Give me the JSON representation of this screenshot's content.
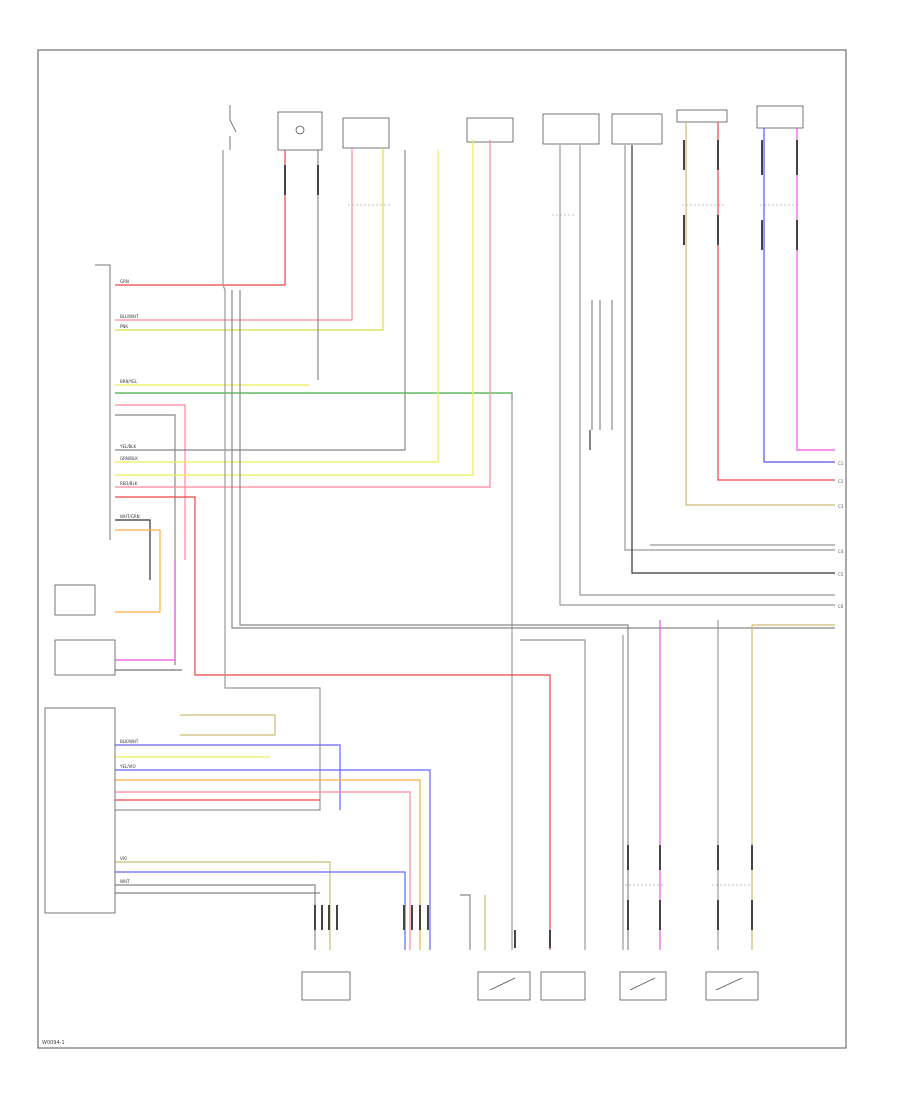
{
  "diagram": {
    "footer_id": "W0094-1",
    "connector_labels": [
      "C1",
      "C2",
      "C3",
      "C4",
      "C5",
      "C6"
    ],
    "wire_color_codes": [
      "GRN",
      "BLU/WHT",
      "PNK",
      "BRN/YEL",
      "YEL/BLK",
      "GRN/BLK",
      "RED/BLK",
      "WHT/GRN",
      "BLK/WHT",
      "YEL/VIO",
      "VIO",
      "WHT"
    ],
    "colors": {
      "frame": "#555555",
      "red": "#ee4444",
      "pink": "#ff8899",
      "yellow": "#eeee55",
      "green": "#44aa44",
      "blue": "#6666ff",
      "magenta": "#ee55ee",
      "orange": "#ffaa44",
      "tan": "#ddcc88",
      "gray": "#888888",
      "black": "#222222"
    }
  }
}
